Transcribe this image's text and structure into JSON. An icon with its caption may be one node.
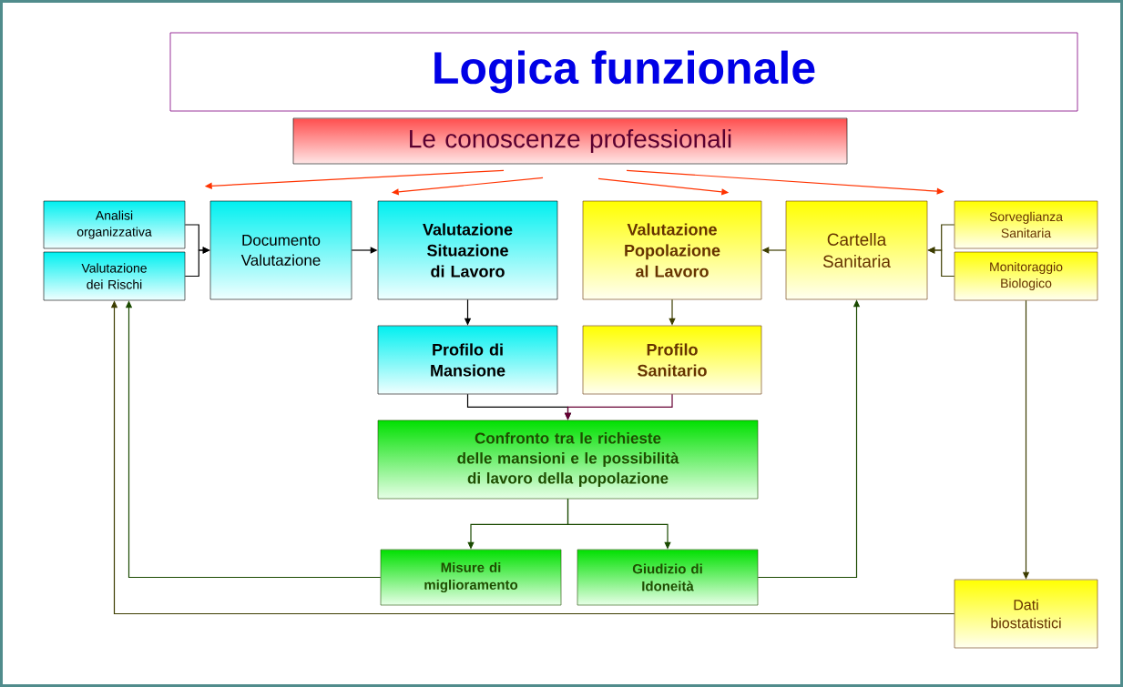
{
  "diagram": {
    "title": "Logica funzionale",
    "nodes": [
      {
        "text": [
          "Le conoscenze professionali"
        ]
      },
      {
        "text": [
          "Analisi organizzativa"
        ]
      },
      {
        "text": [
          "Valutazione dei Rischi"
        ]
      },
      {
        "text": [
          "Documento Valutazione"
        ]
      },
      {
        "text": [
          "Valutazione Situazione di Lavoro"
        ]
      },
      {
        "text": [
          "Valutazione Popolazione al Lavoro"
        ]
      },
      {
        "text": [
          "Cartella Sanitaria"
        ]
      },
      {
        "text": [
          "Sorveglianza Sanitaria"
        ]
      },
      {
        "text": [
          "Monitoraggio Biologico"
        ]
      },
      {
        "text": [
          "Profilo di Mansione"
        ]
      },
      {
        "text": [
          "Profilo Sanitario"
        ]
      },
      {
        "text": [
          "Confronto tra le richieste delle mansioni e le possibilità di lavoro della popolazione"
        ]
      },
      {
        "text": [
          "Misure di miglioramento"
        ]
      },
      {
        "text": [
          "Giudizio di Idoneità"
        ]
      },
      {
        "text": [
          "Dati biostatistici"
        ]
      }
    ],
    "edges": [
      {
        "from": 0,
        "to": 3,
        "arrow": "to",
        "color": "#ff3300"
      },
      {
        "from": 0,
        "to": 4,
        "arrow": "to",
        "color": "#ff3300"
      },
      {
        "from": 0,
        "to": 5,
        "arrow": "to",
        "color": "#ff3300"
      },
      {
        "from": 0,
        "to": 7,
        "arrow": "to",
        "color": "#ff3300"
      },
      {
        "from": 1,
        "to": 3,
        "arrow": "to",
        "color": "#000000"
      },
      {
        "from": 2,
        "to": 3,
        "arrow": "to",
        "color": "#000000"
      },
      {
        "from": 3,
        "to": 4,
        "arrow": "to",
        "color": "#000000"
      },
      {
        "from": 6,
        "to": 5,
        "arrow": "to"
      },
      {
        "from": 7,
        "to": 6,
        "arrow": "to"
      },
      {
        "from": 8,
        "to": 6,
        "arrow": "to"
      },
      {
        "from": 4,
        "to": 9,
        "arrow": "to",
        "color": "#000000"
      },
      {
        "from": 5,
        "to": 10,
        "arrow": "to"
      },
      {
        "from": 9,
        "to": 11,
        "arrow": "to",
        "color": "#000000"
      },
      {
        "from": 10,
        "to": 11,
        "arrow": "to",
        "color": "#660033"
      },
      {
        "from": 11,
        "to": 12,
        "arrow": "to",
        "color": "#1a4a00"
      },
      {
        "from": 11,
        "to": 13,
        "arrow": "to",
        "color": "#1a4a00"
      },
      {
        "from": 12,
        "to": 2,
        "arrow": "to",
        "color": "#1a4a00"
      },
      {
        "from": 13,
        "to": 6,
        "arrow": "to",
        "color": "#1a4a00"
      },
      {
        "from": 8,
        "to": 14,
        "arrow": "to"
      },
      {
        "from": 14,
        "to": 2,
        "arrow": "to"
      }
    ]
  }
}
